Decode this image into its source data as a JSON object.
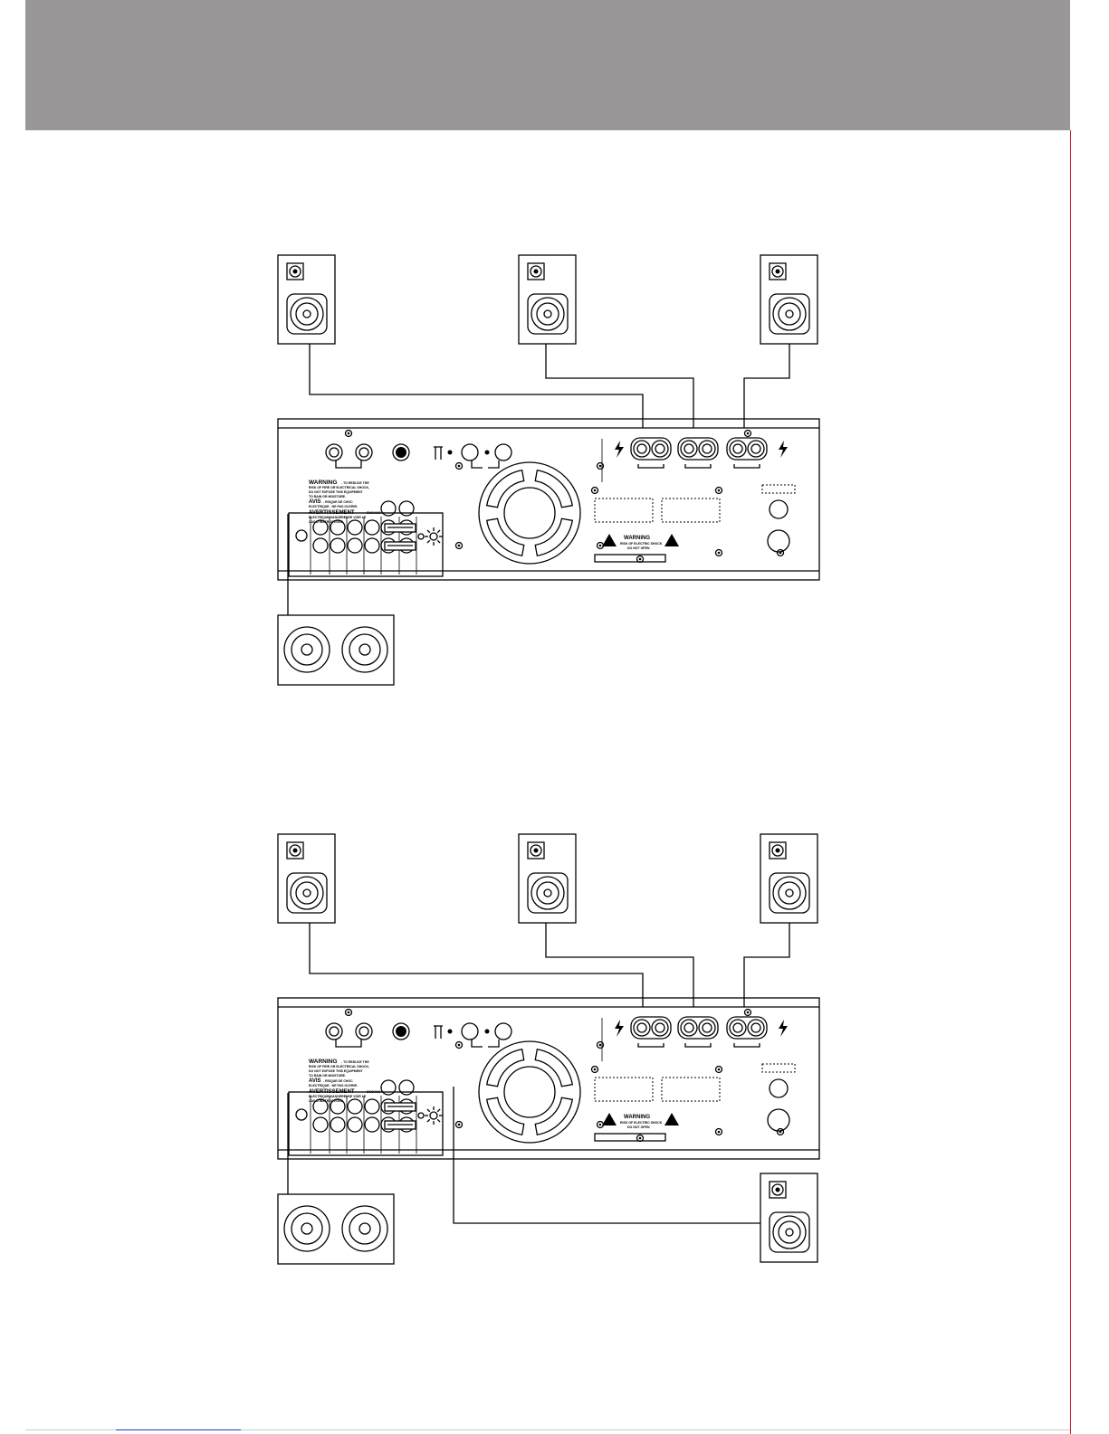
{
  "panel": {
    "warning_title": "WARNING",
    "warning_line1": "- TO REDUCE THE",
    "warning_line2": "RISK OF FIRE OR ELECTRICAL SHOCK,",
    "warning_line3": "DO NOT EXPOSE THIS EQUIPMENT",
    "warning_line4": "TO RAIN OR MOISTURE.",
    "avis_title": "AVIS",
    "avis_line1": "- RISQUE DE CHOC",
    "avis_line2": "ELECTRIQUE - NE PAS OUVRIR.",
    "avert_title": "AVERTISSEMENT",
    "avert_line1": "- ENCHOC",
    "avert_line2": "ELECTRIQUE DANGEREUSE VOIR LE",
    "avert_line3": "CAS D'INSTRUCTIONS.",
    "shock_title": "WARNING",
    "shock_line1": "RISK OF ELECTRIC SHOCK",
    "shock_line2": "DO NOT OPEN"
  },
  "colors": {
    "header_band": "#999797",
    "page_edge": "#c81e2a",
    "line": "#000000"
  },
  "icons": [
    "speaker-icon",
    "subwoofer-icon",
    "cooling-fan-icon",
    "speaker-terminal-icon",
    "lightning-warning-icon",
    "exclamation-warning-icon"
  ]
}
